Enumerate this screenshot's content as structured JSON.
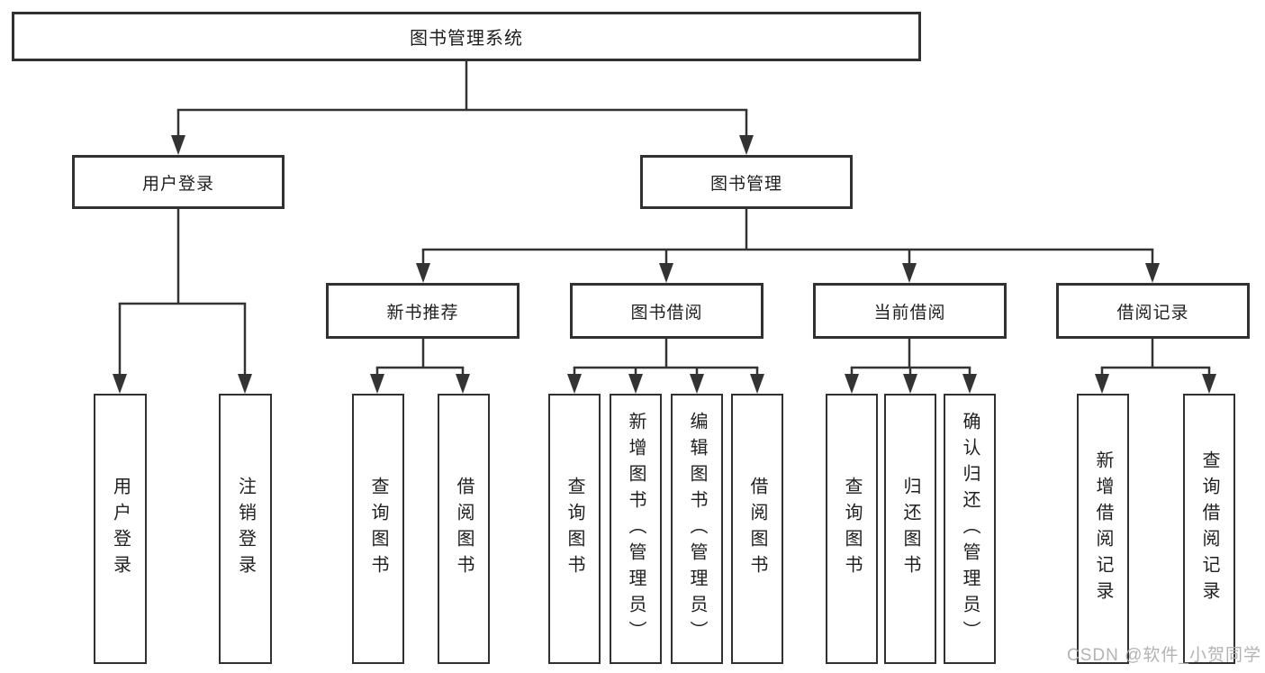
{
  "diagram": {
    "root": {
      "label": "图书管理系统"
    },
    "level1": {
      "user_login": {
        "label": "用户登录"
      },
      "book_mgmt": {
        "label": "图书管理"
      }
    },
    "user_login_children": {
      "login": {
        "label": "用户登录"
      },
      "logout": {
        "label": "注销登录"
      }
    },
    "book_mgmt_children": {
      "new_books": {
        "label": "新书推荐"
      },
      "book_borrow": {
        "label": "图书借阅"
      },
      "current_borrow": {
        "label": "当前借阅"
      },
      "borrow_records": {
        "label": "借阅记录"
      }
    },
    "new_books_children": {
      "query": {
        "label": "查询图书"
      },
      "borrow": {
        "label": "借阅图书"
      }
    },
    "book_borrow_children": {
      "query": {
        "label": "查询图书"
      },
      "add": {
        "label": "新增图书（管理员）"
      },
      "edit": {
        "label": "编辑图书（管理员）"
      },
      "borrow": {
        "label": "借阅图书"
      }
    },
    "current_borrow_children": {
      "query": {
        "label": "查询图书"
      },
      "return": {
        "label": "归还图书"
      },
      "confirm": {
        "label": "确认归还（管理员）"
      }
    },
    "borrow_records_children": {
      "add": {
        "label": "新增借阅记录"
      },
      "query": {
        "label": "查询借阅记录"
      }
    }
  },
  "watermark": {
    "text": "CSDN @软件_小贺同学"
  },
  "colors": {
    "line": "#333333",
    "border": "#313131",
    "text": "#1f1f1f",
    "watermark": "#afafaf",
    "background": "#ffffff"
  }
}
